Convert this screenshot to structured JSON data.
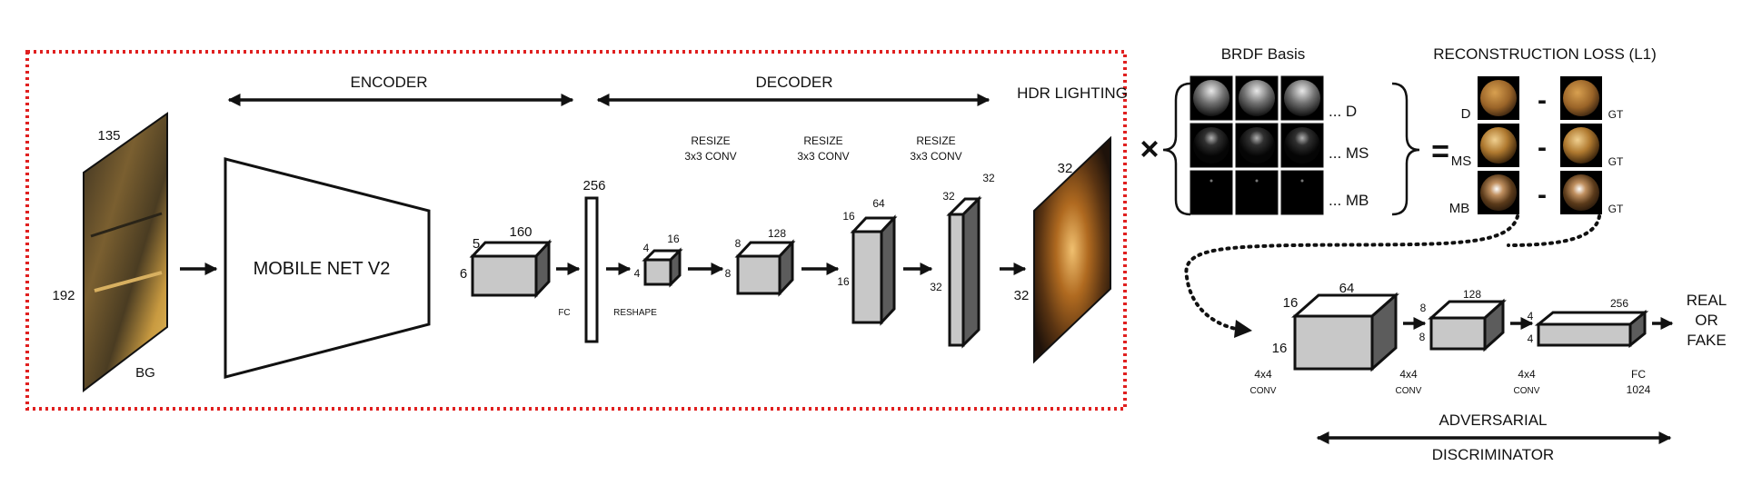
{
  "encoder": {
    "title": "ENCODER",
    "network": "MOBILE NET V2"
  },
  "decoder": {
    "title": "DECODER",
    "output_title": "HDR LIGHTING"
  },
  "input": {
    "width": "135",
    "height": "192",
    "label": "BG"
  },
  "enc_block": {
    "d": "5",
    "h": "6",
    "c": "160"
  },
  "fc": {
    "size": "256",
    "fc_label": "FC",
    "reshape_label": "RESHAPE"
  },
  "dec_blocks": [
    {
      "h": "4",
      "d": "4",
      "c": "16"
    },
    {
      "h": "8",
      "d": "8",
      "c": "128"
    },
    {
      "h": "16",
      "d": "16",
      "c": "64"
    },
    {
      "h": "32",
      "d": "32",
      "c": "32"
    }
  ],
  "resize_labels": [
    {
      "line1": "RESIZE",
      "line2": "3x3 CONV"
    },
    {
      "line1": "RESIZE",
      "line2": "3x3 CONV"
    },
    {
      "line1": "RESIZE",
      "line2": "3x3 CONV"
    }
  ],
  "hdr": {
    "top": "32",
    "side": "32"
  },
  "brdf": {
    "title": "BRDF Basis",
    "rows": [
      "... D",
      "... MS",
      "... MB"
    ],
    "times": "×",
    "equals": "="
  },
  "recon": {
    "title": "RECONSTRUCTION LOSS (L1)",
    "rows": [
      {
        "label": "D",
        "gt": "GT"
      },
      {
        "label": "MS",
        "gt": "GT"
      },
      {
        "label": "MB",
        "gt": "GT"
      }
    ],
    "minus": "-"
  },
  "discriminator": {
    "blocks": [
      {
        "h": "16",
        "d": "16",
        "c": "64",
        "op1": "4x4",
        "op2": "CONV"
      },
      {
        "h": "8",
        "d": "8",
        "c": "128",
        "op1": "4x4",
        "op2": "CONV"
      },
      {
        "h": "4",
        "d": "4",
        "c": "256",
        "op1": "4x4",
        "op2": "CONV"
      }
    ],
    "fc1": "FC",
    "fc2": "1024",
    "output": [
      "REAL",
      "OR",
      "FAKE"
    ],
    "title1": "ADVERSARIAL",
    "title2": "DISCRIMINATOR"
  },
  "colors": {
    "frame": "#e02020",
    "accent_orange": "#b8732e"
  }
}
